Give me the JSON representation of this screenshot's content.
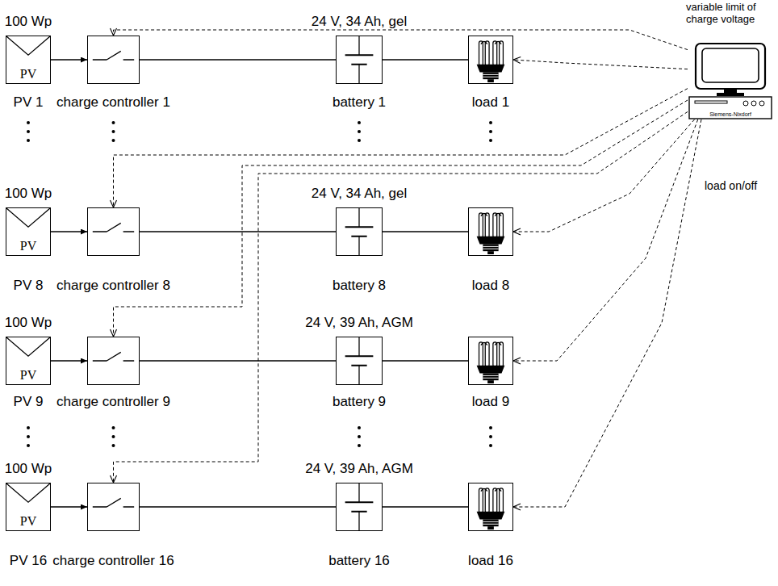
{
  "diagram": {
    "nodes": [
      {
        "text": [
          "100 Wp",
          "PV",
          "PV 1"
        ]
      },
      {
        "text": [
          "charge controller 1"
        ]
      },
      {
        "text": [
          "24 V, 34 Ah, gel",
          "battery 1"
        ]
      },
      {
        "text": [
          "load 1"
        ]
      },
      {
        "text": [
          "100 Wp",
          "PV",
          "PV 8"
        ]
      },
      {
        "text": [
          "charge controller 8"
        ]
      },
      {
        "text": [
          "24 V, 34 Ah, gel",
          "battery 8"
        ]
      },
      {
        "text": [
          "load 8"
        ]
      },
      {
        "text": [
          "100 Wp",
          "PV",
          "PV 9"
        ]
      },
      {
        "text": [
          "charge controller 9"
        ]
      },
      {
        "text": [
          "24 V, 39 Ah, AGM",
          "battery 9"
        ]
      },
      {
        "text": [
          "load 9"
        ]
      },
      {
        "text": [
          "100 Wp",
          "PV",
          "PV 16"
        ]
      },
      {
        "text": [
          "charge controller 16"
        ]
      },
      {
        "text": [
          "24 V, 39 Ah, AGM",
          "battery 16"
        ]
      },
      {
        "text": [
          "load 16"
        ]
      },
      {
        "text": [
          "Siemens-Nixdorf"
        ]
      }
    ],
    "edges": [
      {
        "from": 0,
        "to": 1,
        "arrow": "to"
      },
      {
        "from": 1,
        "to": 2,
        "arrow": "none"
      },
      {
        "from": 2,
        "to": 3,
        "arrow": "none"
      },
      {
        "from": 4,
        "to": 5,
        "arrow": "to"
      },
      {
        "from": 5,
        "to": 6,
        "arrow": "none"
      },
      {
        "from": 6,
        "to": 7,
        "arrow": "none"
      },
      {
        "from": 8,
        "to": 9,
        "arrow": "to"
      },
      {
        "from": 9,
        "to": 10,
        "arrow": "none"
      },
      {
        "from": 10,
        "to": 11,
        "arrow": "none"
      },
      {
        "from": 12,
        "to": 13,
        "arrow": "to"
      },
      {
        "from": 13,
        "to": 14,
        "arrow": "none"
      },
      {
        "from": 14,
        "to": 15,
        "arrow": "none"
      },
      {
        "from": 16,
        "to": 1,
        "arrow": "to"
      },
      {
        "from": 16,
        "to": 5,
        "arrow": "to"
      },
      {
        "from": 16,
        "to": 9,
        "arrow": "to"
      },
      {
        "from": 16,
        "to": 13,
        "arrow": "to"
      },
      {
        "from": 16,
        "to": 3,
        "arrow": "to"
      },
      {
        "from": 16,
        "to": 7,
        "arrow": "to"
      },
      {
        "from": 16,
        "to": 11,
        "arrow": "to"
      },
      {
        "from": 16,
        "to": 15,
        "arrow": "to"
      }
    ],
    "labels": [
      "variable limit of charge voltage",
      "load on/off"
    ]
  }
}
